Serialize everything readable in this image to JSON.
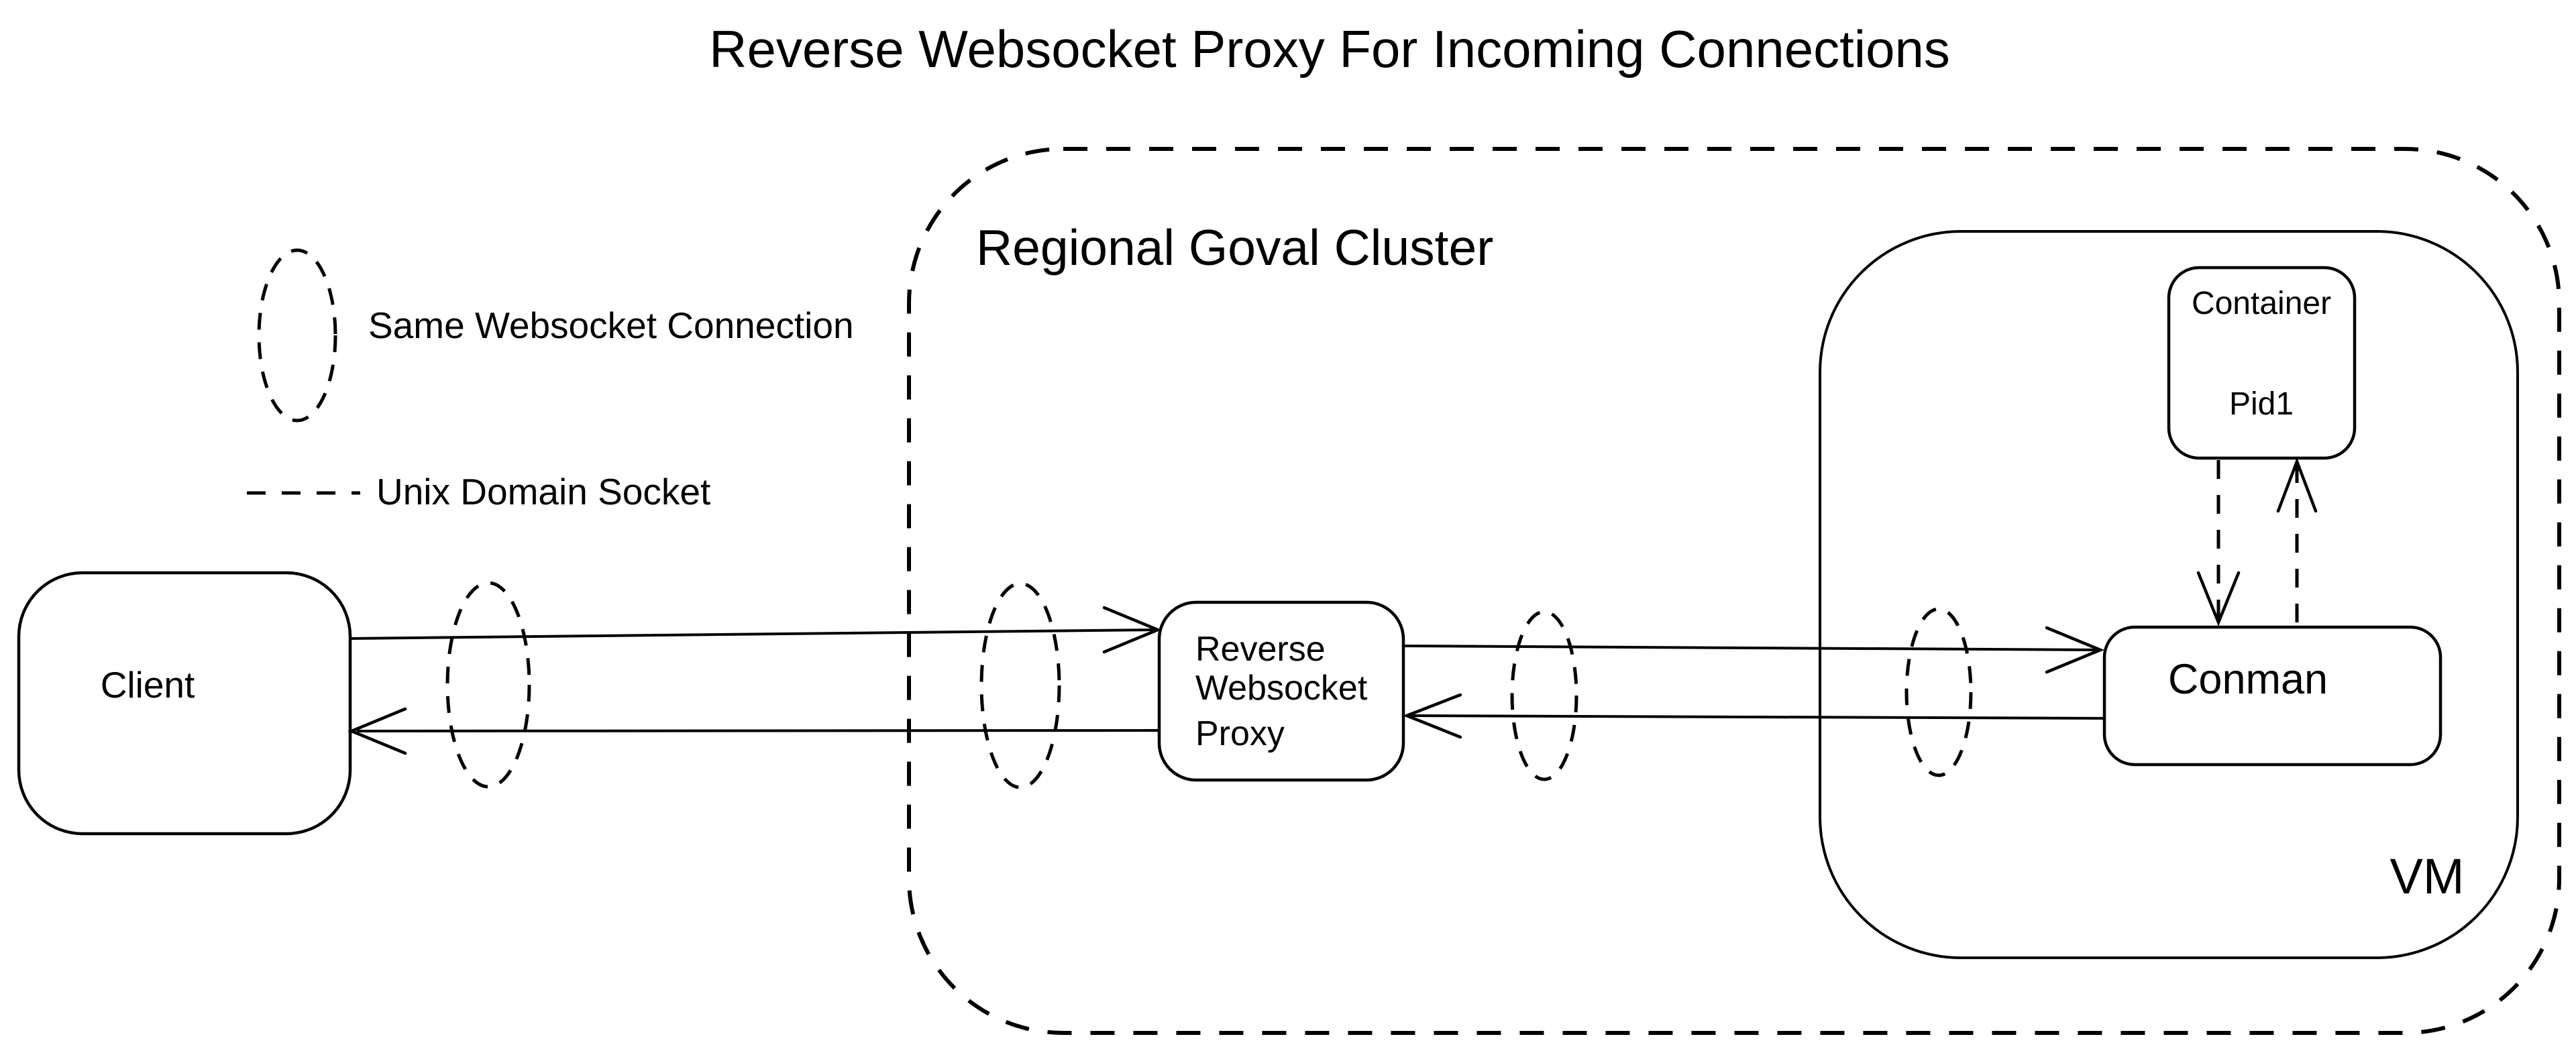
{
  "title": "Reverse Websocket Proxy For Incoming Connections",
  "legend": {
    "same_websocket": "Same Websocket Connection",
    "unix_domain_socket": "Unix Domain Socket"
  },
  "containers": {
    "cluster_label": "Regional Goval Cluster",
    "vm_label": "VM"
  },
  "nodes": {
    "client": "Client",
    "proxy_line1": "Reverse",
    "proxy_line2": "Websocket",
    "proxy_line3": "Proxy",
    "container": "Container",
    "container_pid": "Pid1",
    "conman": "Conman"
  },
  "colors": {
    "stroke": "#000000",
    "background": "#ffffff"
  }
}
